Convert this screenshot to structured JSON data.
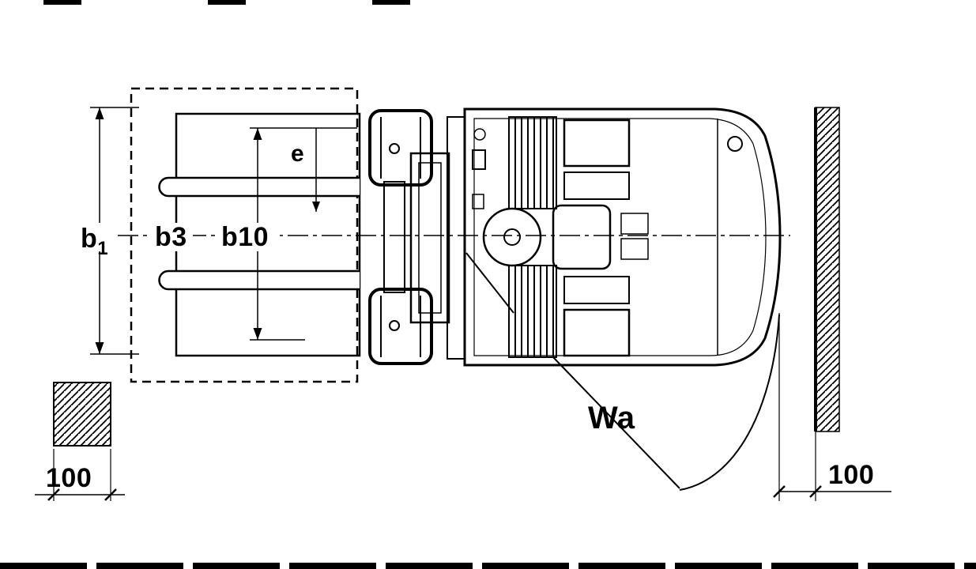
{
  "diagram": {
    "type": "forklift-top-view-dimension-drawing",
    "labels": {
      "b1_base": "b",
      "b1_sub": "1",
      "b3": "b3",
      "b10": "b10",
      "e": "e",
      "wa": "Wa",
      "clearance_left": "100",
      "clearance_right": "100"
    },
    "colors": {
      "line": "#000000",
      "background": "#ffffff"
    }
  }
}
